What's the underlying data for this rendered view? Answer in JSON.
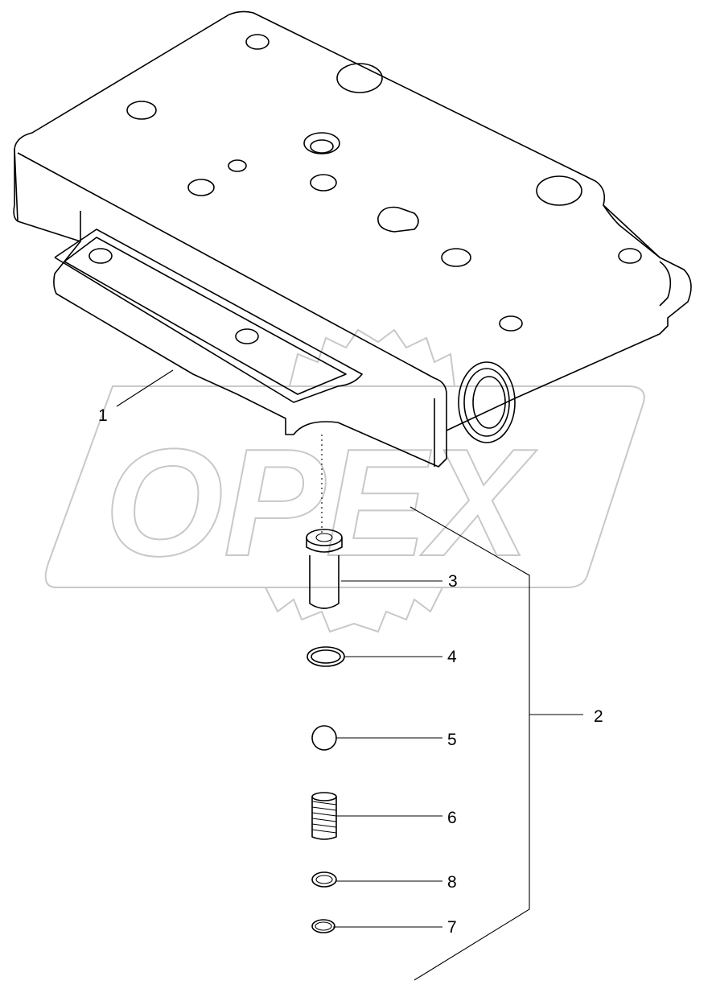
{
  "watermark": {
    "logo_text": "OPEX",
    "color": "#c8c8c8"
  },
  "callouts": [
    {
      "id": "1",
      "label": "1"
    },
    {
      "id": "2",
      "label": "2"
    },
    {
      "id": "3",
      "label": "3"
    },
    {
      "id": "4",
      "label": "4"
    },
    {
      "id": "5",
      "label": "5"
    },
    {
      "id": "6",
      "label": "6"
    },
    {
      "id": "8",
      "label": "8"
    },
    {
      "id": "7",
      "label": "7"
    }
  ]
}
